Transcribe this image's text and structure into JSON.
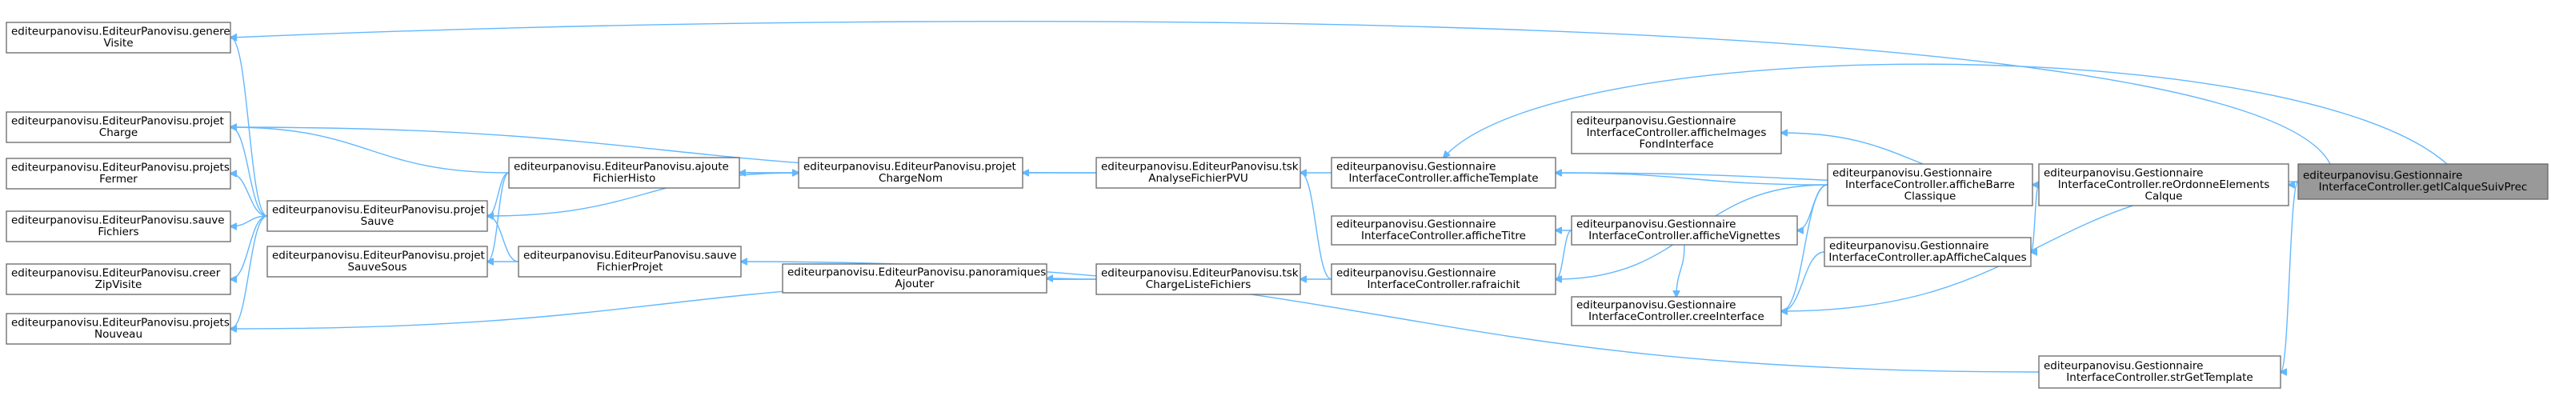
{
  "graph": {
    "edge_color": "#63b8ff",
    "node_border": "#666666",
    "focus_fill": "#999999",
    "nodes": [
      {
        "id": "getCalque",
        "lines": [
          "editeurpanovisu.Gestionnaire",
          "InterfaceController.getICalqueSuivPrec"
        ],
        "focus": true
      },
      {
        "id": "reOrdonne",
        "lines": [
          "editeurpanovisu.Gestionnaire",
          "InterfaceController.reOrdonneElements",
          "Calque"
        ]
      },
      {
        "id": "strGetTemplate",
        "lines": [
          "editeurpanovisu.Gestionnaire",
          "InterfaceController.strGetTemplate"
        ]
      },
      {
        "id": "afficheBarre",
        "lines": [
          "editeurpanovisu.Gestionnaire",
          "InterfaceController.afficheBarre",
          "Classique"
        ]
      },
      {
        "id": "apAffiche",
        "lines": [
          "editeurpanovisu.Gestionnaire",
          "InterfaceController.apAfficheCalques"
        ]
      },
      {
        "id": "creeInterface",
        "lines": [
          "editeurpanovisu.Gestionnaire",
          "InterfaceController.creeInterface"
        ]
      },
      {
        "id": "afficheImages",
        "lines": [
          "editeurpanovisu.Gestionnaire",
          "InterfaceController.afficheImages",
          "FondInterface"
        ]
      },
      {
        "id": "afficheVignettes",
        "lines": [
          "editeurpanovisu.Gestionnaire",
          "InterfaceController.afficheVignettes"
        ]
      },
      {
        "id": "afficheTitre",
        "lines": [
          "editeurpanovisu.Gestionnaire",
          "InterfaceController.afficheTitre"
        ]
      },
      {
        "id": "afficheTemplate",
        "lines": [
          "editeurpanovisu.Gestionnaire",
          "InterfaceController.afficheTemplate"
        ]
      },
      {
        "id": "rafraichit",
        "lines": [
          "editeurpanovisu.Gestionnaire",
          "InterfaceController.rafraichit"
        ]
      },
      {
        "id": "tskAnalyse",
        "lines": [
          "editeurpanovisu.EditeurPanovisu.tsk",
          "AnalyseFichierPVU"
        ]
      },
      {
        "id": "tskCharge",
        "lines": [
          "editeurpanovisu.EditeurPanovisu.tsk",
          "ChargeListeFichiers"
        ]
      },
      {
        "id": "panoAjouter",
        "lines": [
          "editeurpanovisu.EditeurPanovisu.panoramiques",
          "Ajouter"
        ]
      },
      {
        "id": "projetChargeNom",
        "lines": [
          "editeurpanovisu.EditeurPanovisu.projet",
          "ChargeNom"
        ]
      },
      {
        "id": "ajouteHisto",
        "lines": [
          "editeurpanovisu.EditeurPanovisu.ajoute",
          "FichierHisto"
        ]
      },
      {
        "id": "sauveFichierProjet",
        "lines": [
          "editeurpanovisu.EditeurPanovisu.sauve",
          "FichierProjet"
        ]
      },
      {
        "id": "projetSauve",
        "lines": [
          "editeurpanovisu.EditeurPanovisu.projet",
          "Sauve"
        ]
      },
      {
        "id": "projetSauveSous",
        "lines": [
          "editeurpanovisu.EditeurPanovisu.projet",
          "SauveSous"
        ]
      },
      {
        "id": "genereVisite",
        "lines": [
          "editeurpanovisu.EditeurPanovisu.genere",
          "Visite"
        ]
      },
      {
        "id": "projetCharge",
        "lines": [
          "editeurpanovisu.EditeurPanovisu.projet",
          "Charge"
        ]
      },
      {
        "id": "projetsFermer",
        "lines": [
          "editeurpanovisu.EditeurPanovisu.projets",
          "Fermer"
        ]
      },
      {
        "id": "sauveFichiers",
        "lines": [
          "editeurpanovisu.EditeurPanovisu.sauve",
          "Fichiers"
        ]
      },
      {
        "id": "creerZip",
        "lines": [
          "editeurpanovisu.EditeurPanovisu.creer",
          "ZipVisite"
        ]
      },
      {
        "id": "projetsNouveau",
        "lines": [
          "editeurpanovisu.EditeurPanovisu.projets",
          "Nouveau"
        ]
      }
    ],
    "edges": [
      [
        "reOrdonne",
        "getCalque"
      ],
      [
        "strGetTemplate",
        "getCalque"
      ],
      [
        "afficheTemplate",
        "getCalque"
      ],
      [
        "genereVisite",
        "getCalque"
      ],
      [
        "creeInterface",
        "getCalque"
      ],
      [
        "afficheBarre",
        "reOrdonne"
      ],
      [
        "apAffiche",
        "reOrdonne"
      ],
      [
        "afficheTemplate",
        "reOrdonne"
      ],
      [
        "afficheImages",
        "reOrdonne"
      ],
      [
        "afficheVignettes",
        "afficheBarre"
      ],
      [
        "creeInterface",
        "afficheBarre"
      ],
      [
        "afficheTemplate",
        "afficheBarre"
      ],
      [
        "rafraichit",
        "afficheBarre"
      ],
      [
        "afficheTitre",
        "afficheVignettes"
      ],
      [
        "rafraichit",
        "afficheVignettes"
      ],
      [
        "creeInterface",
        "afficheVignettes"
      ],
      [
        "creeInterface",
        "apAffiche"
      ],
      [
        "tskAnalyse",
        "afficheTemplate"
      ],
      [
        "tskAnalyse",
        "rafraichit"
      ],
      [
        "tskCharge",
        "rafraichit"
      ],
      [
        "projetChargeNom",
        "tskAnalyse"
      ],
      [
        "projetCharge",
        "tskAnalyse"
      ],
      [
        "panoAjouter",
        "tskCharge"
      ],
      [
        "projetsNouveau",
        "tskCharge"
      ],
      [
        "projetChargeNom",
        "ajouteHisto"
      ],
      [
        "ajouteHisto",
        "projetChargeNom"
      ],
      [
        "projetSauve",
        "ajouteHisto"
      ],
      [
        "projetSauveSous",
        "ajouteHisto"
      ],
      [
        "projetCharge",
        "ajouteHisto"
      ],
      [
        "sauveFichierProjet",
        "strGetTemplate"
      ],
      [
        "projetSauve",
        "sauveFichierProjet"
      ],
      [
        "projetSauveSous",
        "sauveFichierProjet"
      ],
      [
        "projetChargeNom",
        "projetSauve"
      ],
      [
        "genereVisite",
        "projetSauve"
      ],
      [
        "projetCharge",
        "projetSauve"
      ],
      [
        "projetsFermer",
        "projetSauve"
      ],
      [
        "sauveFichiers",
        "projetSauve"
      ],
      [
        "creerZip",
        "projetSauve"
      ],
      [
        "projetsNouveau",
        "projetSauve"
      ]
    ]
  }
}
